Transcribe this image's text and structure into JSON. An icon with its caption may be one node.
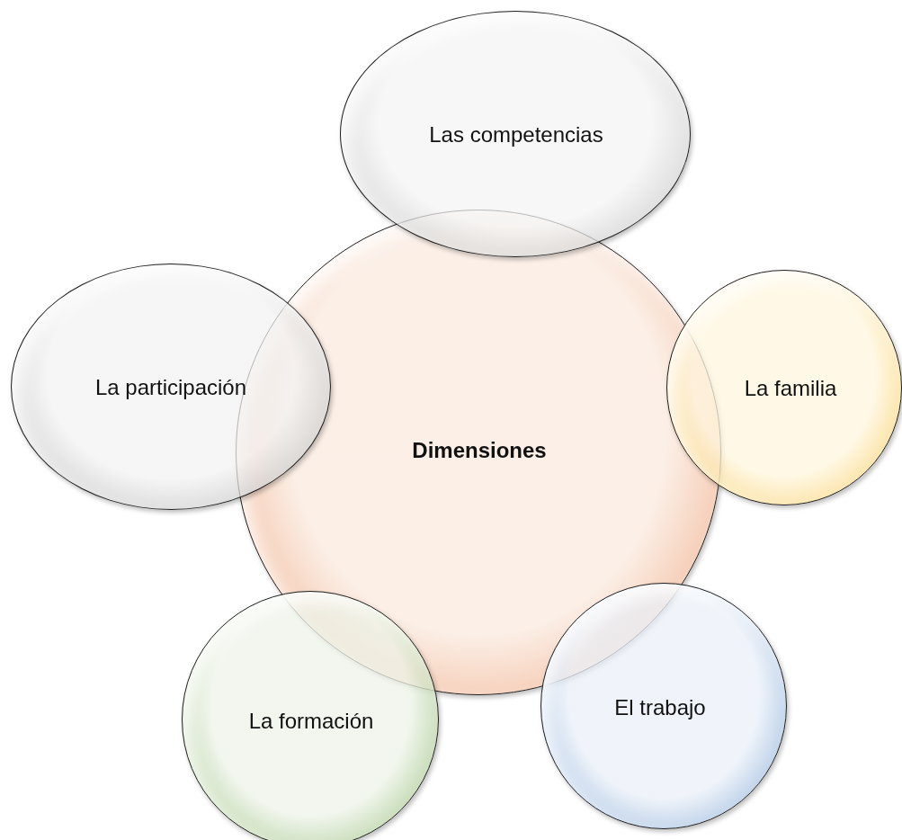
{
  "diagram": {
    "nodes": [
      {
        "text": [
          "Las competencias"
        ]
      },
      {
        "text": [
          "La participación"
        ]
      },
      {
        "text": [
          "Dimensiones"
        ]
      },
      {
        "text": [
          "La familia"
        ]
      },
      {
        "text": [
          "La formación"
        ]
      },
      {
        "text": [
          "El trabajo"
        ]
      }
    ]
  }
}
